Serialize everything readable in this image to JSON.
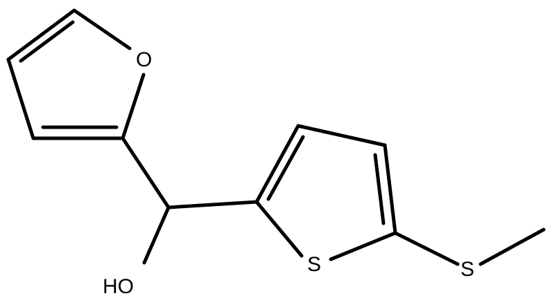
{
  "molecule": {
    "atom_labels": {
      "furan_oxygen": "O",
      "hydroxyl": "HO",
      "thiophene_sulfur": "S",
      "thioether_sulfur": "S"
    },
    "colors": {
      "bond": "#000000",
      "label": "#000000",
      "background": "#ffffff"
    }
  }
}
